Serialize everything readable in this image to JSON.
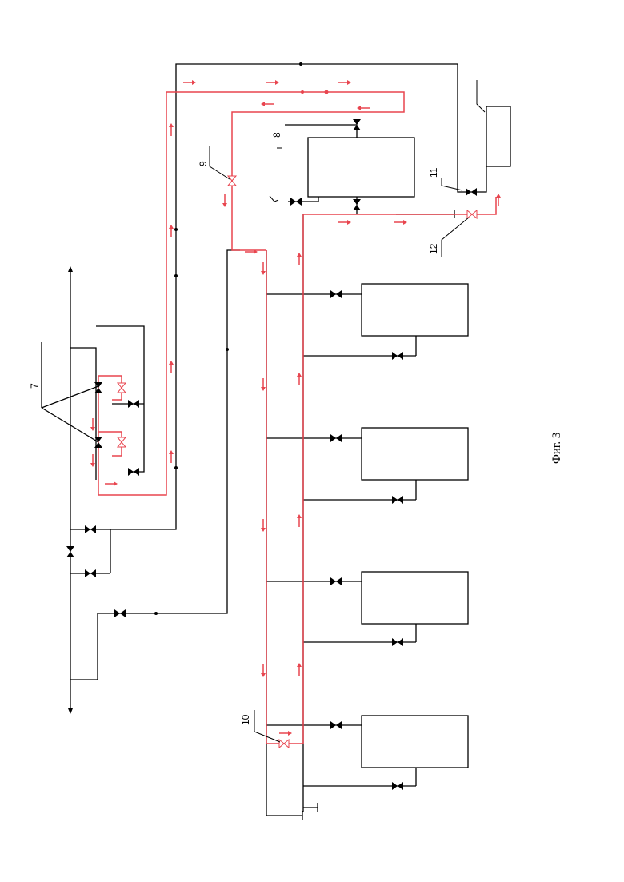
{
  "figure": {
    "caption": "Фиг. 3",
    "colors": {
      "pipe": "#000000",
      "red_pipe": "#e8454f"
    }
  },
  "labels": {
    "l7": "7",
    "l8": "8",
    "l9": "9",
    "l10": "10",
    "l11": "11",
    "l12": "12"
  }
}
